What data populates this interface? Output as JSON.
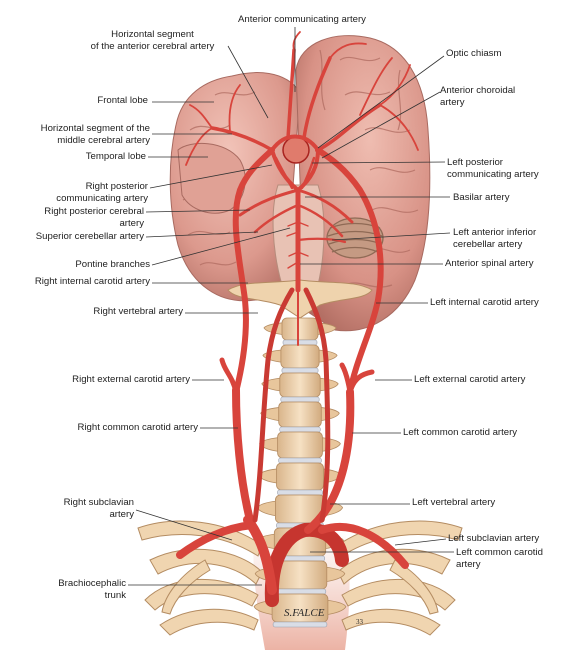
{
  "labels": {
    "anterior_communicating": [
      "Anterior communicating artery"
    ],
    "horizontal_aca": [
      "Horizontal segment",
      "of the anterior cerebral artery"
    ],
    "optic_chiasm": [
      "Optic chiasm"
    ],
    "frontal_lobe": [
      "Frontal lobe"
    ],
    "anterior_choroidal": [
      "Anterior choroidal",
      "artery"
    ],
    "horizontal_mca": [
      "Horizontal segment of the",
      "middle cerebral artery"
    ],
    "temporal_lobe": [
      "Temporal lobe"
    ],
    "left_posterior_communicating": [
      "Left posterior",
      "communicating artery"
    ],
    "right_posterior_communicating": [
      "Right posterior",
      "communicating artery"
    ],
    "basilar": [
      "Basilar artery"
    ],
    "right_posterior_cerebral": [
      "Right posterior cerebral",
      "artery"
    ],
    "superior_cerebellar": [
      "Superior cerebellar artery"
    ],
    "left_anterior_inferior_cerebellar": [
      "Left anterior inferior",
      "cerebellar artery"
    ],
    "pontine_branches": [
      "Pontine branches"
    ],
    "anterior_spinal": [
      "Anterior spinal artery"
    ],
    "right_internal_carotid": [
      "Right internal carotid artery"
    ],
    "left_internal_carotid": [
      "Left internal carotid artery"
    ],
    "right_vertebral": [
      "Right vertebral artery"
    ],
    "right_external_carotid": [
      "Right external carotid artery"
    ],
    "left_external_carotid": [
      "Left external carotid artery"
    ],
    "right_common_carotid": [
      "Right common carotid artery"
    ],
    "left_common_carotid": [
      "Left common carotid artery"
    ],
    "left_vertebral": [
      "Left vertebral artery"
    ],
    "right_subclavian": [
      "Right subclavian",
      "artery"
    ],
    "left_subclavian": [
      "Left subclavian artery"
    ],
    "left_common_carotid_lower": [
      "Left common carotid",
      "artery"
    ],
    "brachiocephalic": [
      "Brachiocephalic",
      "trunk"
    ]
  },
  "signature": "S.FALCE",
  "colors": {
    "artery": "#d8443c",
    "artery_dark": "#a8231f",
    "brain": "#e3a49a",
    "brain_shadow": "#c77f74",
    "bone": "#f1d7b4",
    "bone_shadow": "#caa67d",
    "disc": "#d9dde6",
    "leader": "#333333"
  }
}
